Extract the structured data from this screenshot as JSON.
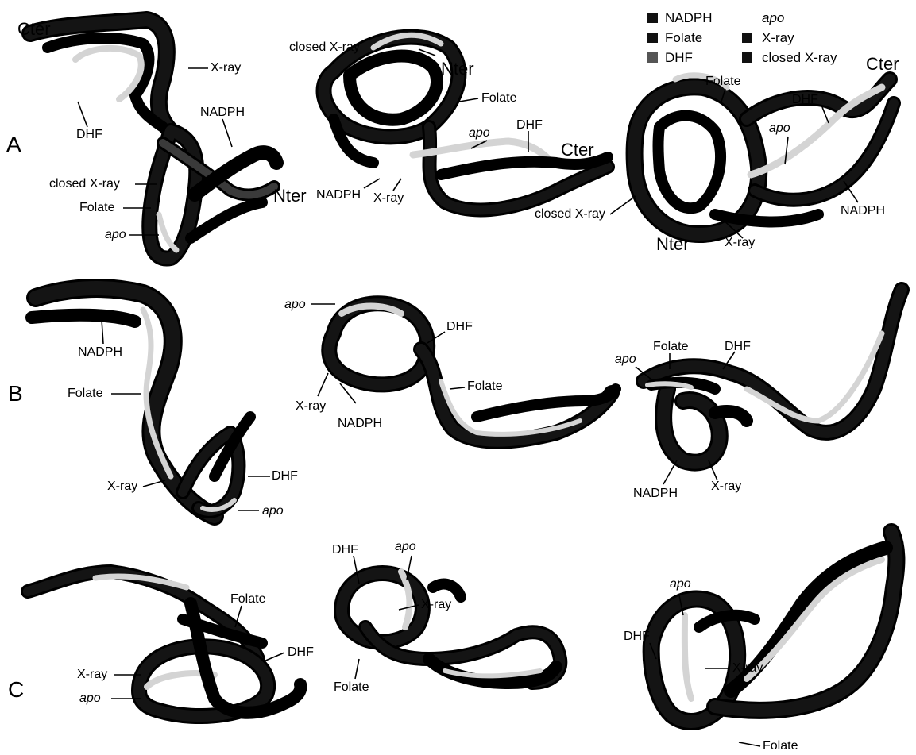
{
  "rows": {
    "A": "A",
    "B": "B",
    "C": "C"
  },
  "legend": {
    "items": [
      {
        "label": "NADPH",
        "color": "#111111",
        "italic": false
      },
      {
        "label": "Folate",
        "color": "#111111",
        "italic": false
      },
      {
        "label": "DHF",
        "color": "#555555",
        "italic": false
      },
      {
        "label": "apo",
        "color": "#ffffff",
        "italic": true
      },
      {
        "label": "X-ray",
        "color": "#111111",
        "italic": false
      },
      {
        "label": "closed X-ray",
        "color": "#111111",
        "italic": false
      }
    ]
  },
  "labels": {
    "a1_cter": "Cter",
    "a1_xray": "X-ray",
    "a1_dhf": "DHF",
    "a1_nadph": "NADPH",
    "a1_closed": "closed X-ray",
    "a1_nter": "Nter",
    "a1_folate": "Folate",
    "a1_apo": "apo",
    "a2_closed": "closed X-ray",
    "a2_nter": "Nter",
    "a2_folate": "Folate",
    "a2_dhf": "DHF",
    "a2_apo": "apo",
    "a2_cter": "Cter",
    "a2_nadph": "NADPH",
    "a2_xray": "X-ray",
    "a3_cter": "Cter",
    "a3_folate": "Folate",
    "a3_dhf": "DHF",
    "a3_apo": "apo",
    "a3_closed": "closed X-ray",
    "a3_nadph": "NADPH",
    "a3_nter": "Nter",
    "a3_xray": "X-ray",
    "b1_nadph": "NADPH",
    "b1_folate": "Folate",
    "b1_dhf": "DHF",
    "b1_xray": "X-ray",
    "b1_apo": "apo",
    "b2_apo": "apo",
    "b2_dhf": "DHF",
    "b2_folate": "Folate",
    "b2_xray": "X-ray",
    "b2_nadph": "NADPH",
    "b3_folate": "Folate",
    "b3_dhf": "DHF",
    "b3_apo": "apo",
    "b3_nadph": "NADPH",
    "b3_xray": "X-ray",
    "c1_folate": "Folate",
    "c1_dhf": "DHF",
    "c1_xray": "X-ray",
    "c1_apo": "apo",
    "c2_dhf": "DHF",
    "c2_apo": "apo",
    "c2_xray": "X-ray",
    "c2_folate": "Folate",
    "c3_apo": "apo",
    "c3_dhf": "DHF",
    "c3_xray": "X-ray",
    "c3_folate": "Folate"
  }
}
